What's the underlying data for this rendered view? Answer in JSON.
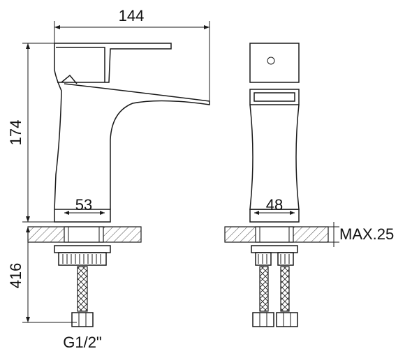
{
  "dimensions": {
    "width_top": "144",
    "height_body": "174",
    "base_left": "53",
    "base_right": "48",
    "thickness_max": "MAX.25",
    "hose_length": "416",
    "thread": "G1/2\""
  }
}
